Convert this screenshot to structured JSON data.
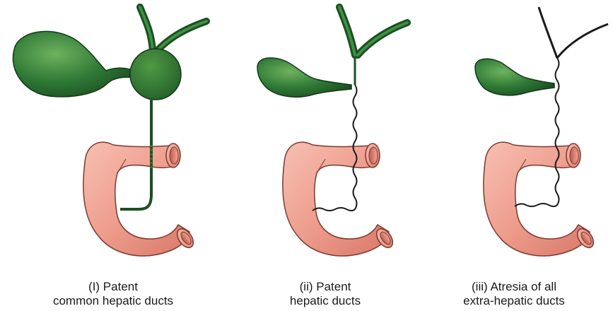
{
  "panels": [
    {
      "id": "i",
      "caption_line1": "(I) Patent",
      "caption_line2": "common hepatic ducts"
    },
    {
      "id": "ii",
      "caption_line1": "(ii) Patent",
      "caption_line2": "hepatic ducts"
    },
    {
      "id": "iii",
      "caption_line1": "(iii) Atresia of all",
      "caption_line2": "extra-hepatic ducts"
    }
  ],
  "colors": {
    "bile_green": "#2f7a36",
    "bile_dark": "#1c4f22",
    "duodenum_pink": "#f0a394",
    "duodenum_edge": "#7a3a30",
    "atretic_cord": "#1a1a1a"
  }
}
